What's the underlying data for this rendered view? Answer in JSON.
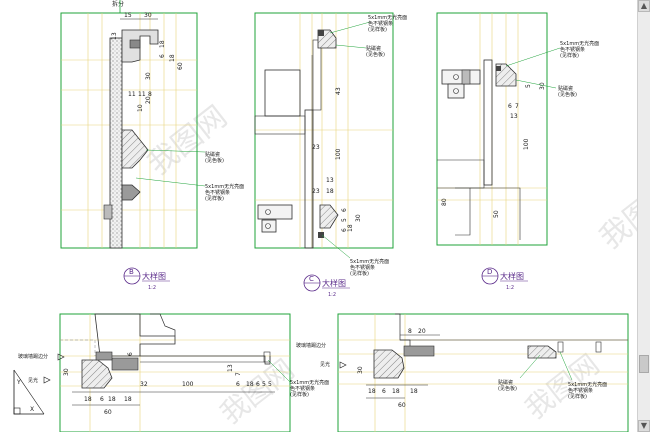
{
  "top_label": "拆分",
  "panels": {
    "b": {
      "dims_top": [
        "15",
        "30"
      ],
      "dims_v": [
        "13",
        "18",
        "6",
        "18",
        "60"
      ],
      "dims_mid": [
        "11",
        "11",
        "8",
        "30",
        "20",
        "10"
      ],
      "callout_trim": [
        "贴磁瓷",
        "(见色板)"
      ],
      "callout_strip": [
        "5x1mm无光亮面",
        "色不锈钢条",
        "(见样板)"
      ],
      "title_letter": "B",
      "title_text": "大样图",
      "scale": "1:2"
    },
    "c": {
      "callout_top": [
        "5x1mm无光亮面",
        "色不锈钢条",
        "(见样板)"
      ],
      "callout_trim": [
        "贴磁瓷",
        "(见色板)"
      ],
      "dims": [
        "43",
        "23",
        "100",
        "13",
        "23",
        "18",
        "30",
        "6",
        "5",
        "6",
        "18"
      ],
      "callout_bottom": [
        "5x1mm无光亮面",
        "色不锈钢条",
        "(见样板)"
      ],
      "title_letter": "C",
      "title_text": "大样图",
      "scale": "1:2"
    },
    "d": {
      "callout_top": [
        "5x1mm无光亮面",
        "色不锈钢条",
        "(见样板)"
      ],
      "callout_trim": [
        "贴磁瓷",
        "(见色板)"
      ],
      "dims": [
        "5",
        "30",
        "6",
        "7",
        "13",
        "100",
        "80",
        "50"
      ],
      "title_letter": "D",
      "title_text": "大样图",
      "scale": "1:2"
    },
    "e": {
      "side_label": "玻璃墙踢边分",
      "side_label2": "见光",
      "dims_v": [
        "30",
        "13",
        "7",
        "6"
      ],
      "dims_h": [
        "18",
        "6",
        "18",
        "18",
        "60",
        "32",
        "100",
        "6",
        "18",
        "6",
        "5",
        "5"
      ],
      "callout_strip": [
        "5x1mm无光亮面",
        "色不锈钢条",
        "(见样板)"
      ],
      "axis_y": "Y",
      "axis_x": "X"
    },
    "f": {
      "side_label": "玻璃墙踢边分",
      "side_label2": "见光",
      "dims_top": [
        "8",
        "20"
      ],
      "dims_v": [
        "30"
      ],
      "dims_h": [
        "18",
        "6",
        "18",
        "18",
        "60"
      ],
      "callout_trim": [
        "贴磁瓷",
        "(见色板)"
      ],
      "callout_strip": [
        "5x1mm无光亮面",
        "色不锈钢条",
        "(见样板)"
      ]
    }
  },
  "watermark": "我图网",
  "colors": {
    "background": "#ffffff",
    "frame": "#1fa33a",
    "guide": "#e7d47a",
    "outline": "#2f2f2f",
    "fill": "#9a9a9a",
    "dim_text": "#1a1a1a",
    "title": "#5a2a8a",
    "watermark": "#d4d4d4"
  }
}
